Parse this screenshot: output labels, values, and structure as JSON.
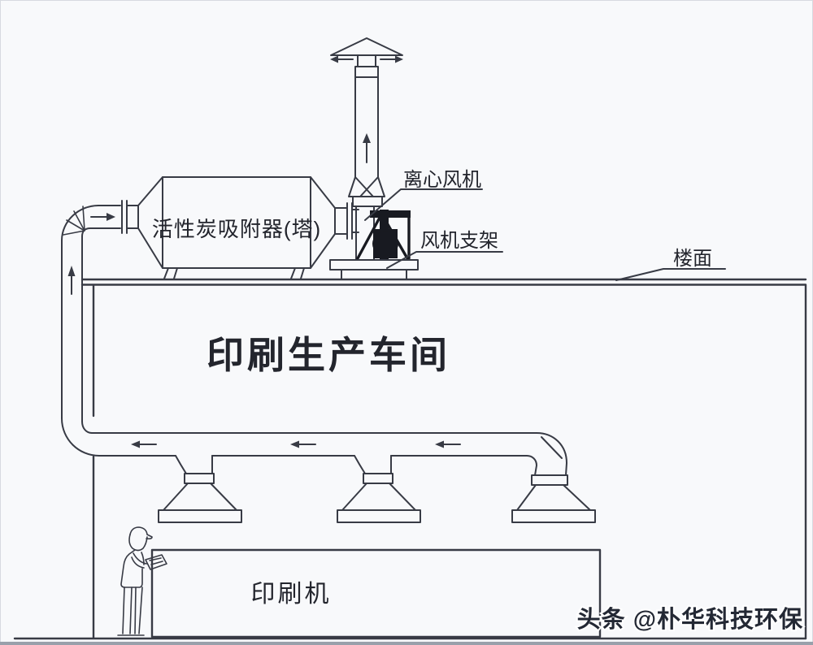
{
  "diagram": {
    "labels": {
      "centrifugal_fan": "离心风机",
      "fan_support": "风机支架",
      "roof_surface": "楼面",
      "carbon_adsorber": "活性炭吸附器(塔)",
      "workshop": "印刷生产车间",
      "printing_machine": "印刷机"
    },
    "watermark": "头条 @朴华科技环保",
    "colors": {
      "line": "#383b45",
      "text": "#23252d",
      "background": "#f8f9fb",
      "fan_fill": "#181a21",
      "frame": "#99a0ab",
      "watermark_fill": "#232834",
      "watermark_outline": "#ffffff"
    }
  }
}
